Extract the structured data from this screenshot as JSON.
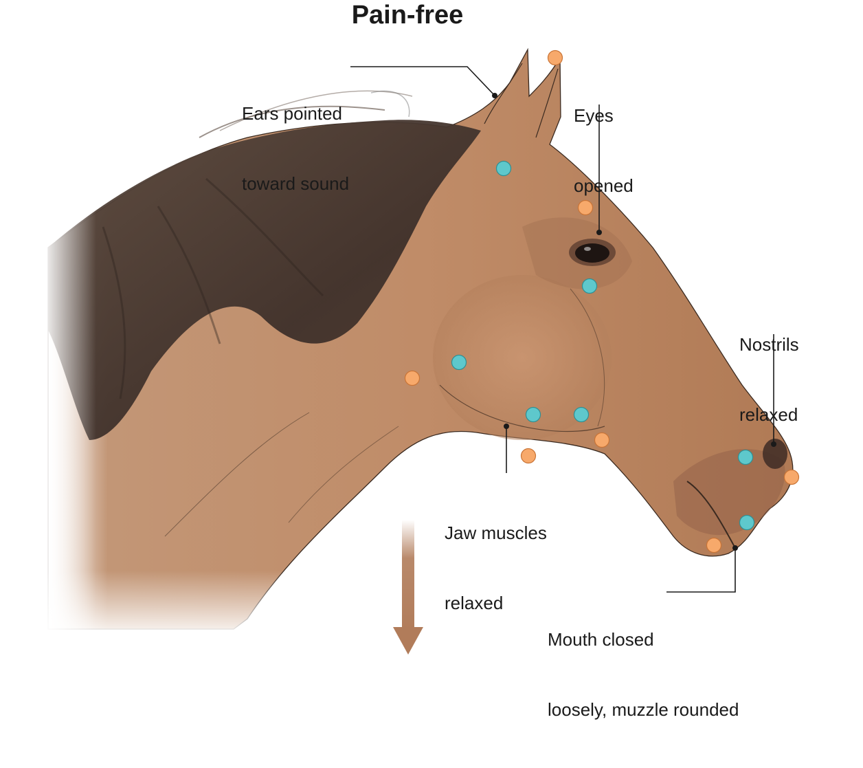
{
  "title": "Pain-free",
  "labels": {
    "ears": [
      "Ears pointed",
      "toward sound"
    ],
    "eyes": [
      "Eyes",
      "opened"
    ],
    "nostrils": [
      "Nostrils",
      "relaxed"
    ],
    "jaw": [
      "Jaw muscles",
      "relaxed"
    ],
    "mouth": [
      "Mouth closed",
      "loosely, muzzle rounded"
    ]
  },
  "colors": {
    "teal_marker": "#5ec8cc",
    "orange_marker": "#f7a96b",
    "horse_coat": "#b98260",
    "horse_coat_dark": "#8f5e42",
    "mane": "#4a3a30",
    "arrow": "#b17c5a",
    "leader_line": "#1a1a1a"
  },
  "icons": {
    "direction_arrow": "down-arrow-icon"
  }
}
